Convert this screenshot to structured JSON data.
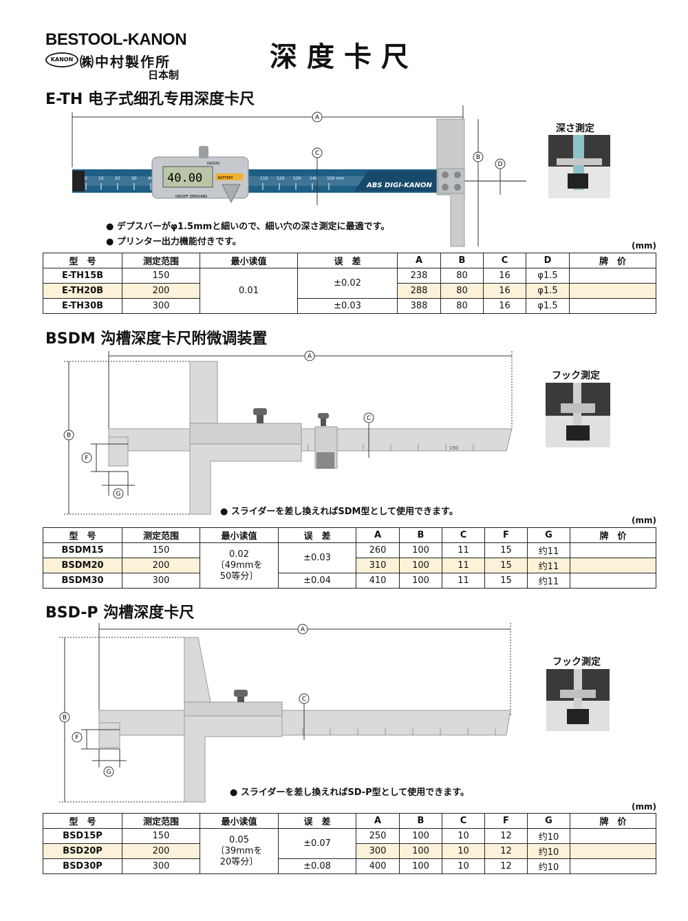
{
  "header": {
    "brand": "BESTOOL-KANON",
    "badge": "KANON",
    "company": "㈱中村製作所",
    "origin": "日本制",
    "title": "深度卡尺"
  },
  "units": "(mm)",
  "columns": [
    "型　号",
    "测定范围",
    "最小读值",
    "误　差",
    "A",
    "B",
    "C",
    "D",
    "F",
    "G",
    "牌　价"
  ],
  "sections": [
    {
      "title": "E-TH  电子式细孔专用深度卡尺",
      "notes": [
        "● デプスバーがφ1.5mmと細いので、細い穴の深さ測定に最適です。",
        "● プリンター出力機能付きです。"
      ],
      "inset_label": "深さ測定",
      "drawing": {
        "display": "40.00",
        "origin": "ORIGIN",
        "battery": "BATTERY",
        "buttons": "ON/OFF   ZERO/ABS",
        "brand": "ABS DIGI-KANON",
        "scale": [
          "0",
          "10",
          "20",
          "30",
          "40",
          "110",
          "120",
          "130",
          "140",
          "150 mm"
        ],
        "dims": [
          "A",
          "B",
          "C",
          "D"
        ]
      },
      "headers": [
        "型　号",
        "测定范围",
        "最小读值",
        "误　差",
        "A",
        "B",
        "C",
        "D",
        "牌　价"
      ],
      "resolution": "0.01",
      "rows": [
        {
          "model": "E-TH15B",
          "range": "150",
          "error": "±0.02",
          "a": "238",
          "b": "80",
          "c": "16",
          "d": "φ1.5"
        },
        {
          "model": "E-TH20B",
          "range": "200",
          "error": "",
          "a": "288",
          "b": "80",
          "c": "16",
          "d": "φ1.5"
        },
        {
          "model": "E-TH30B",
          "range": "300",
          "error": "±0.03",
          "a": "388",
          "b": "80",
          "c": "16",
          "d": "φ1.5"
        }
      ]
    },
    {
      "title": "BSDM  沟槽深度卡尺附微调装置",
      "notes": [
        "● スライダーを差し換えればSDM型として使用できます。"
      ],
      "inset_label": "フック測定",
      "drawing": {
        "dims": [
          "A",
          "B",
          "C",
          "F",
          "G"
        ],
        "scale_end": "150"
      },
      "headers": [
        "型　号",
        "测定范围",
        "最小读值",
        "误　差",
        "A",
        "B",
        "C",
        "F",
        "G",
        "牌　价"
      ],
      "resolution": [
        "0.02",
        "〔49mmを",
        "50等分〕"
      ],
      "rows": [
        {
          "model": "BSDM15",
          "range": "150",
          "error": "±0.03",
          "a": "260",
          "b": "100",
          "c": "11",
          "f": "15",
          "g": "约11"
        },
        {
          "model": "BSDM20",
          "range": "200",
          "error": "",
          "a": "310",
          "b": "100",
          "c": "11",
          "f": "15",
          "g": "约11"
        },
        {
          "model": "BSDM30",
          "range": "300",
          "error": "±0.04",
          "a": "410",
          "b": "100",
          "c": "11",
          "f": "15",
          "g": "约11"
        }
      ]
    },
    {
      "title": "BSD-P  沟槽深度卡尺",
      "notes": [
        "● スライダーを差し換えればSD-P型として使用できます。"
      ],
      "inset_label": "フック測定",
      "drawing": {
        "dims": [
          "A",
          "B",
          "C",
          "F",
          "G"
        ]
      },
      "headers": [
        "型　号",
        "测定范围",
        "最小读值",
        "误　差",
        "A",
        "B",
        "C",
        "F",
        "G",
        "牌　价"
      ],
      "resolution": [
        "0.05",
        "〔39mmを",
        "20等分〕"
      ],
      "rows": [
        {
          "model": "BSD15P",
          "range": "150",
          "error": "±0.07",
          "a": "250",
          "b": "100",
          "c": "10",
          "f": "12",
          "g": "约10"
        },
        {
          "model": "BSD20P",
          "range": "200",
          "error": "",
          "a": "300",
          "b": "100",
          "c": "10",
          "f": "12",
          "g": "约10"
        },
        {
          "model": "BSD30P",
          "range": "300",
          "error": "±0.08",
          "a": "400",
          "b": "100",
          "c": "10",
          "f": "12",
          "g": "约10"
        }
      ]
    }
  ],
  "colors": {
    "row_highlight": "#fbf2d9",
    "blue_bar": "#1e5f86",
    "steel": "#d8dadc"
  }
}
